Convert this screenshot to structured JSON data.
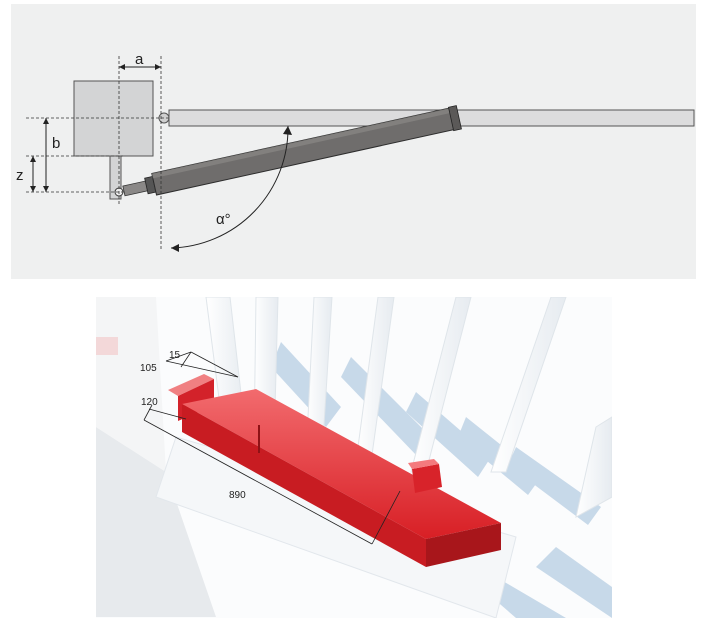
{
  "diagram_top": {
    "label_a": "a",
    "label_b": "b",
    "label_z": "z",
    "label_alpha": "α°"
  },
  "diagram_bottom": {
    "dim_15": "15",
    "dim_105": "105",
    "dim_120": "120",
    "dim_890": "890"
  },
  "colors": {
    "panel_bg": "#eff0f0",
    "bracket_box": "#d3d4d5",
    "actuator": "#6f6d6c",
    "gate_bar": "#dcdcdd",
    "motor_red": "#e0262b",
    "glass_shadow": "#bfd3e6"
  }
}
